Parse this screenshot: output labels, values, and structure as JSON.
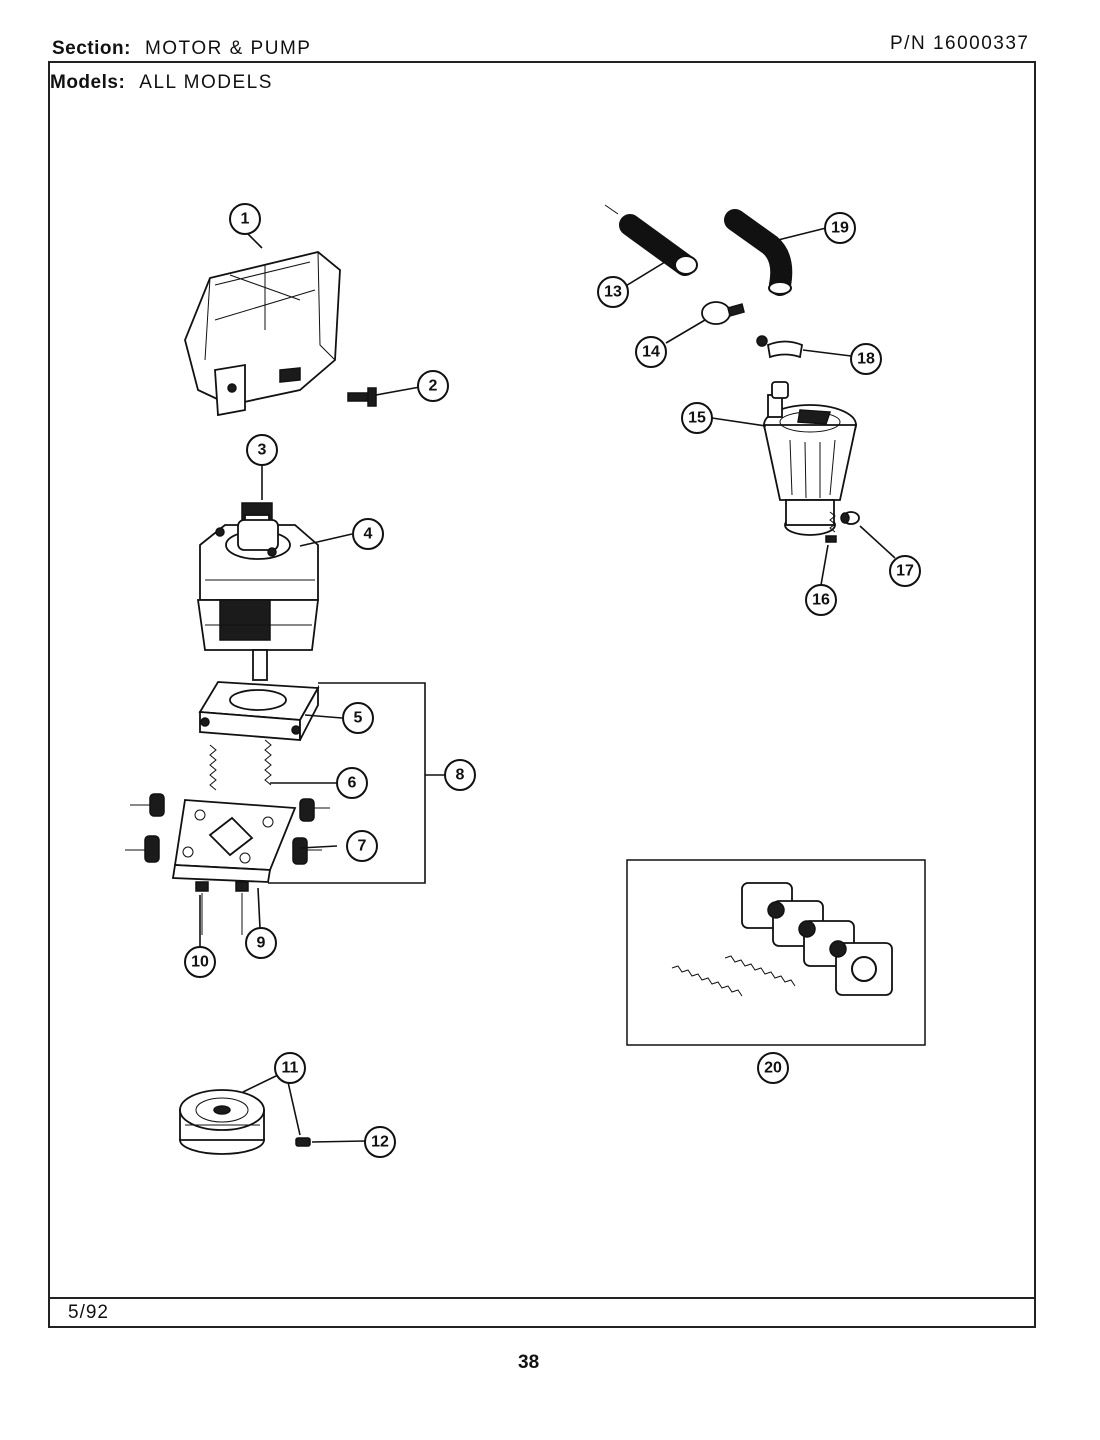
{
  "header": {
    "section_label": "Section:",
    "section_value": "MOTOR & PUMP",
    "models_label": "Models:",
    "models_value": "ALL MODELS",
    "part_number": "P/N 16000337"
  },
  "footer": {
    "date": "5/92",
    "page_number": "38"
  },
  "callouts": [
    {
      "id": "c1",
      "label": "1"
    },
    {
      "id": "c2",
      "label": "2"
    },
    {
      "id": "c3",
      "label": "3"
    },
    {
      "id": "c4",
      "label": "4"
    },
    {
      "id": "c5",
      "label": "5"
    },
    {
      "id": "c6",
      "label": "6"
    },
    {
      "id": "c7",
      "label": "7"
    },
    {
      "id": "c8",
      "label": "8"
    },
    {
      "id": "c9",
      "label": "9"
    },
    {
      "id": "c10",
      "label": "10"
    },
    {
      "id": "c11",
      "label": "11"
    },
    {
      "id": "c12",
      "label": "12"
    },
    {
      "id": "c13",
      "label": "13"
    },
    {
      "id": "c14",
      "label": "14"
    },
    {
      "id": "c15",
      "label": "15"
    },
    {
      "id": "c16",
      "label": "16"
    },
    {
      "id": "c17",
      "label": "17"
    },
    {
      "id": "c18",
      "label": "18"
    },
    {
      "id": "c19",
      "label": "19"
    },
    {
      "id": "c20",
      "label": "20"
    }
  ]
}
